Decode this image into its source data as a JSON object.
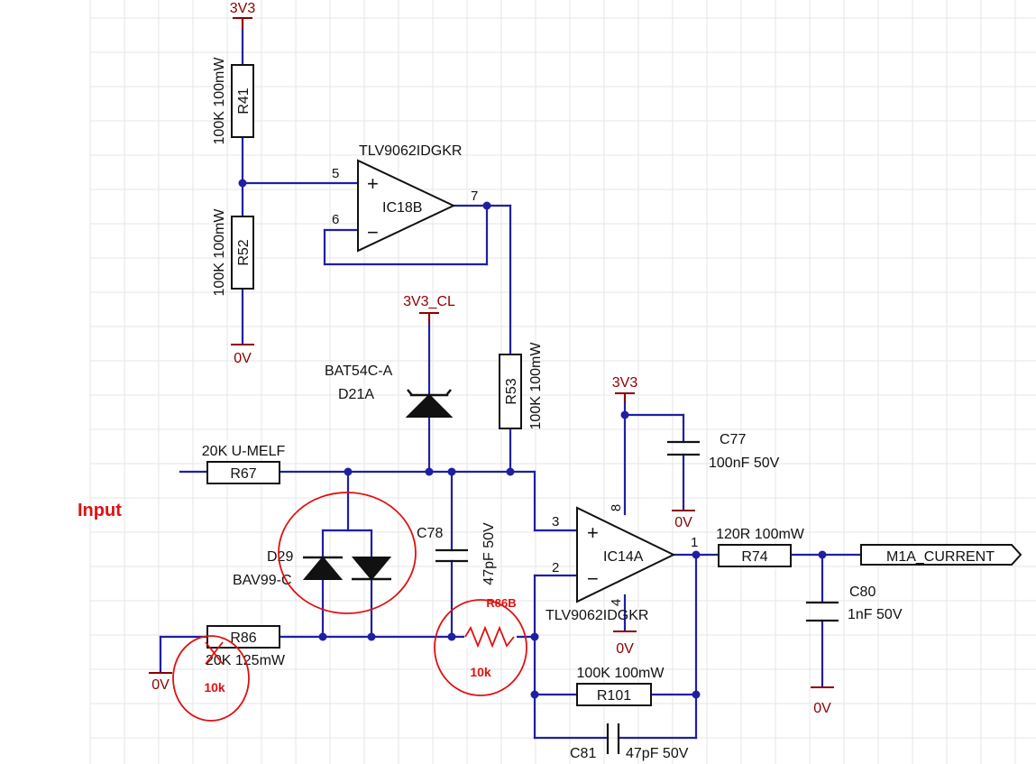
{
  "power": {
    "top_3v3": "3V3",
    "zero_left": "0V",
    "cl_3v3": "3V3_CL",
    "opamp_3v3": "3V3",
    "zero_c77": "0V",
    "zero_pin4": "0V",
    "zero_c80": "0V",
    "zero_r86": "0V"
  },
  "components": {
    "r41": {
      "ref": "R41",
      "value": "100K 100mW"
    },
    "r52": {
      "ref": "R52",
      "value": "100K 100mW"
    },
    "r53": {
      "ref": "R53",
      "value": "100K 100mW"
    },
    "r67": {
      "ref": "R67",
      "value": "20K U-MELF"
    },
    "r74": {
      "ref": "R74",
      "value": "120R 100mW"
    },
    "r86": {
      "ref": "R86",
      "value": "20K 125mW"
    },
    "r101": {
      "ref": "R101",
      "value": "100K 100mW"
    },
    "c77": {
      "ref": "C77",
      "value": "100nF 50V"
    },
    "c78": {
      "ref": "C78",
      "value": "47pF 50V"
    },
    "c80": {
      "ref": "C80",
      "value": "1nF 50V"
    },
    "c81": {
      "ref": "C81",
      "value": "47pF 50V"
    },
    "d21": {
      "part": "BAT54C-A",
      "ref": "D21A"
    },
    "d29": {
      "ref": "D29",
      "part": "BAV99-C"
    },
    "ic18": {
      "ref": "IC18B",
      "part": "TLV9062IDGKR",
      "pin_plus": "5",
      "pin_minus": "6",
      "pin_out": "7",
      "plus_sign": "+",
      "minus_sign": "−"
    },
    "ic14": {
      "ref": "IC14A",
      "part": "TLV9062IDGKR",
      "pin_plus": "3",
      "pin_minus": "2",
      "pin_out": "1",
      "pin_vcc": "8",
      "pin_gnd": "4",
      "plus_sign": "+",
      "minus_sign": "−"
    }
  },
  "net_port": {
    "label": "M1A_CURRENT"
  },
  "annotations": {
    "input_label": "Input",
    "r86b_ref": "R86B",
    "r86b_value": "10k",
    "r86_new_value": "10k"
  },
  "colors": {
    "wire": "#1f1fa3",
    "power": "#8b0000",
    "annotation": "#e01010"
  }
}
